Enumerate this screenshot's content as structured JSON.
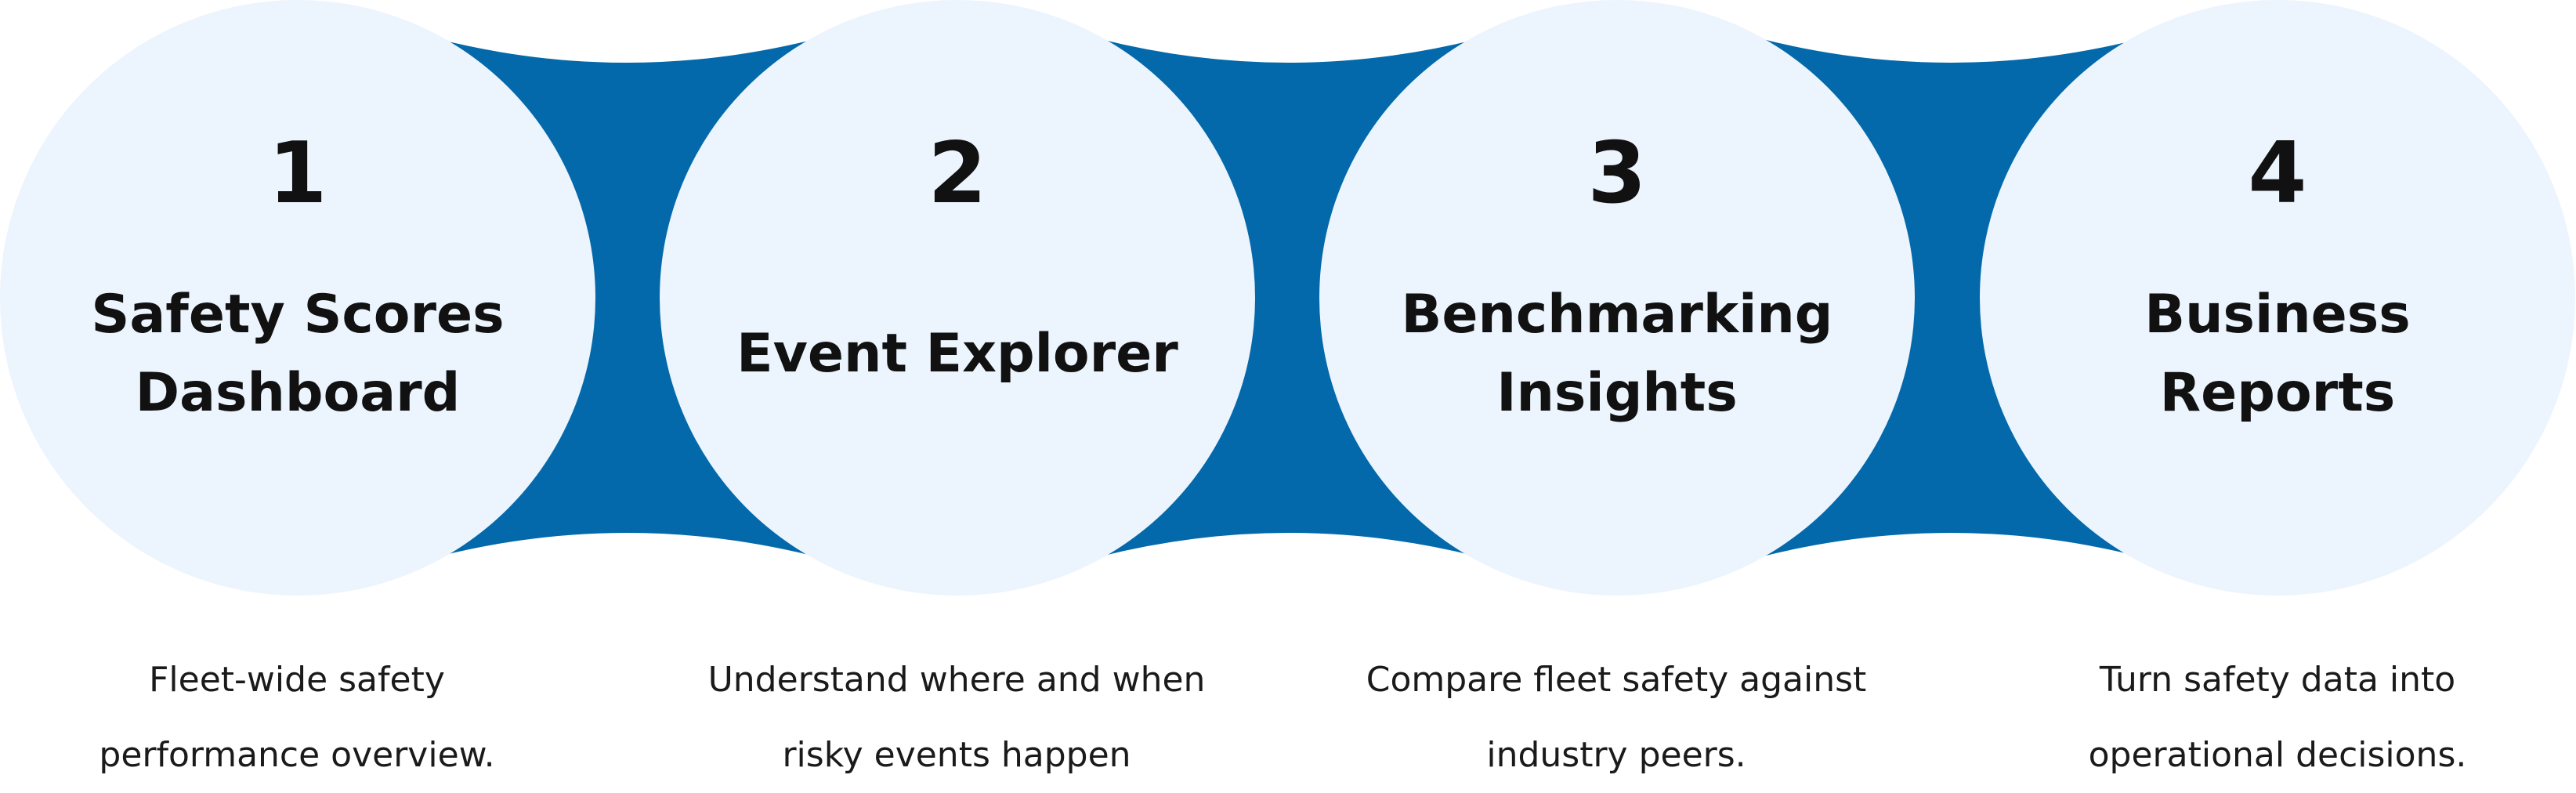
{
  "colors": {
    "band": "#0369AA",
    "circle": "#ECF4FE",
    "text": "#111111"
  },
  "steps": [
    {
      "number": "1",
      "title_lines": [
        "Safety Scores",
        "Dashboard"
      ],
      "description_lines": [
        "Fleet-wide safety",
        "performance overview."
      ]
    },
    {
      "number": "2",
      "title_lines": [
        "Event Explorer"
      ],
      "description_lines": [
        "Understand where and when",
        "risky events happen"
      ]
    },
    {
      "number": "3",
      "title_lines": [
        "Benchmarking",
        "Insights"
      ],
      "description_lines": [
        "Compare fleet safety against",
        "industry peers."
      ]
    },
    {
      "number": "4",
      "title_lines": [
        "Business",
        "Reports"
      ],
      "description_lines": [
        "Turn safety data into",
        "operational decisions."
      ]
    }
  ]
}
